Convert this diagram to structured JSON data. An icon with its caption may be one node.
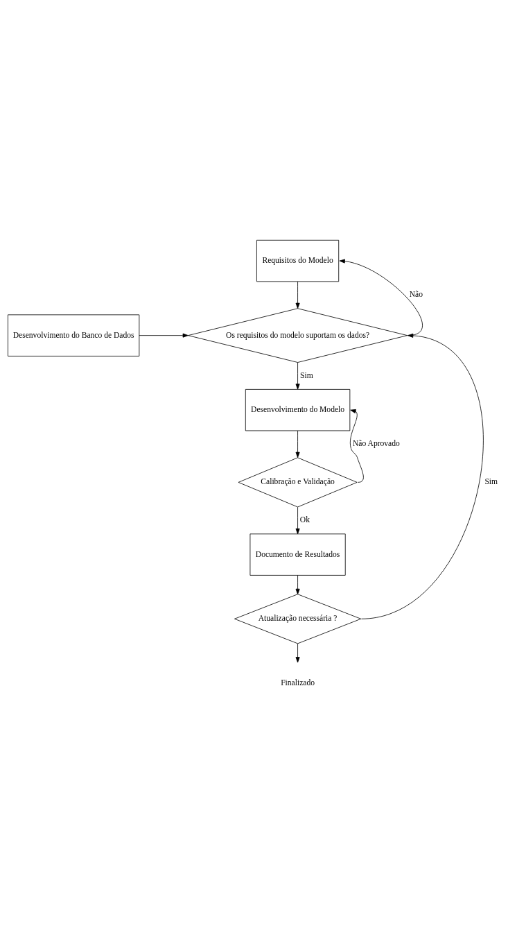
{
  "diagram": {
    "nodes": [
      {
        "text": [
          "Requisitos do Modelo"
        ]
      },
      {
        "text": [
          "Desenvolvimento do Banco de Dados"
        ]
      },
      {
        "text": [
          "Os requisitos do modelo suportam os dados?"
        ]
      },
      {
        "text": [
          "Desenvolvimento do Modelo"
        ]
      },
      {
        "text": [
          "Calibração e Validação"
        ]
      },
      {
        "text": [
          "Documento de Resultados"
        ]
      },
      {
        "text": [
          "Atualização necessária ?"
        ]
      },
      {
        "text": [
          "Finalizado"
        ]
      }
    ],
    "edges": [
      {
        "from": 0,
        "to": 2,
        "arrow": "to"
      },
      {
        "from": 2,
        "to": 0,
        "arrow": "to",
        "label": "Não"
      },
      {
        "from": 1,
        "to": 2,
        "arrow": "to"
      },
      {
        "from": 2,
        "to": 3,
        "arrow": "to",
        "label": "Sim"
      },
      {
        "from": 3,
        "to": 4,
        "arrow": "to"
      },
      {
        "from": 4,
        "to": 3,
        "arrow": "to",
        "label": "Não Aprovado"
      },
      {
        "from": 4,
        "to": 5,
        "arrow": "to",
        "label": "Ok"
      },
      {
        "from": 5,
        "to": 6,
        "arrow": "to"
      },
      {
        "from": 6,
        "to": 2,
        "arrow": "to",
        "label": "Sim"
      },
      {
        "from": 6,
        "to": 7,
        "arrow": "to"
      }
    ]
  }
}
